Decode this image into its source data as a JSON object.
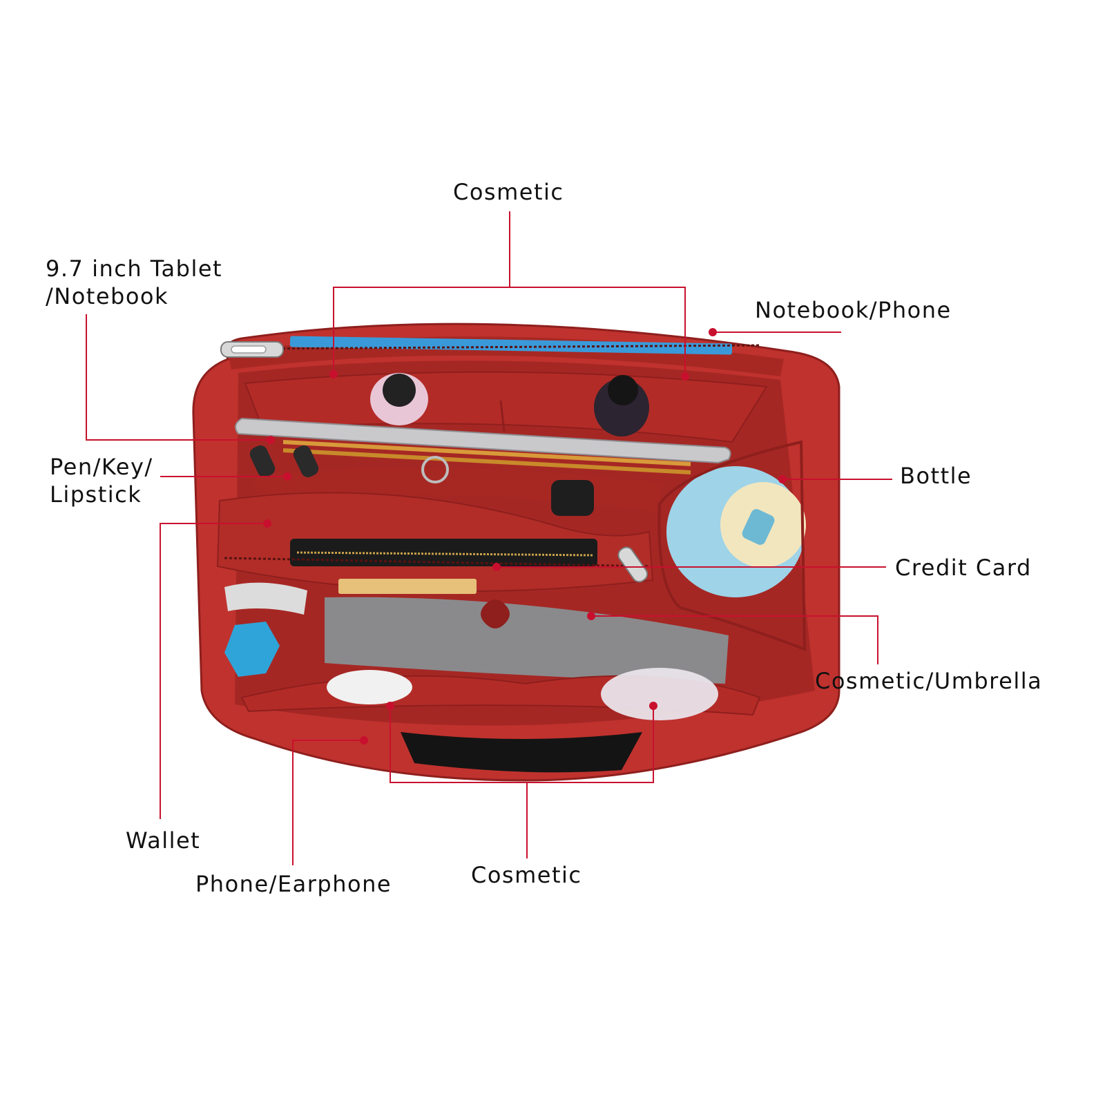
{
  "colors": {
    "leader_line": "#c8102e",
    "felt": "#c0322e",
    "felt_dark": "#8e1f1d",
    "felt_light": "#d9574f",
    "background": "#ffffff",
    "label_text": "#111111"
  },
  "labels": {
    "cosmetic_top": "Cosmetic",
    "tablet": [
      "9.7 inch Tablet",
      "/Notebook"
    ],
    "notebook_phone": "Notebook/Phone",
    "pen_key_lipstick": [
      "Pen/Key/",
      "Lipstick"
    ],
    "bottle": "Bottle",
    "credit_card": "Credit Card",
    "cosmetic_umbrella": "Cosmetic/Umbrella",
    "wallet": "Wallet",
    "phone_earphone": "Phone/Earphone",
    "cosmetic_bottom": "Cosmetic"
  },
  "icons": {
    "product": "felt-bag-organizer-photo",
    "zipper": "zipper-pull-icon",
    "bottle": "water-bottle-icon",
    "umbrella": "folded-umbrella-icon"
  }
}
